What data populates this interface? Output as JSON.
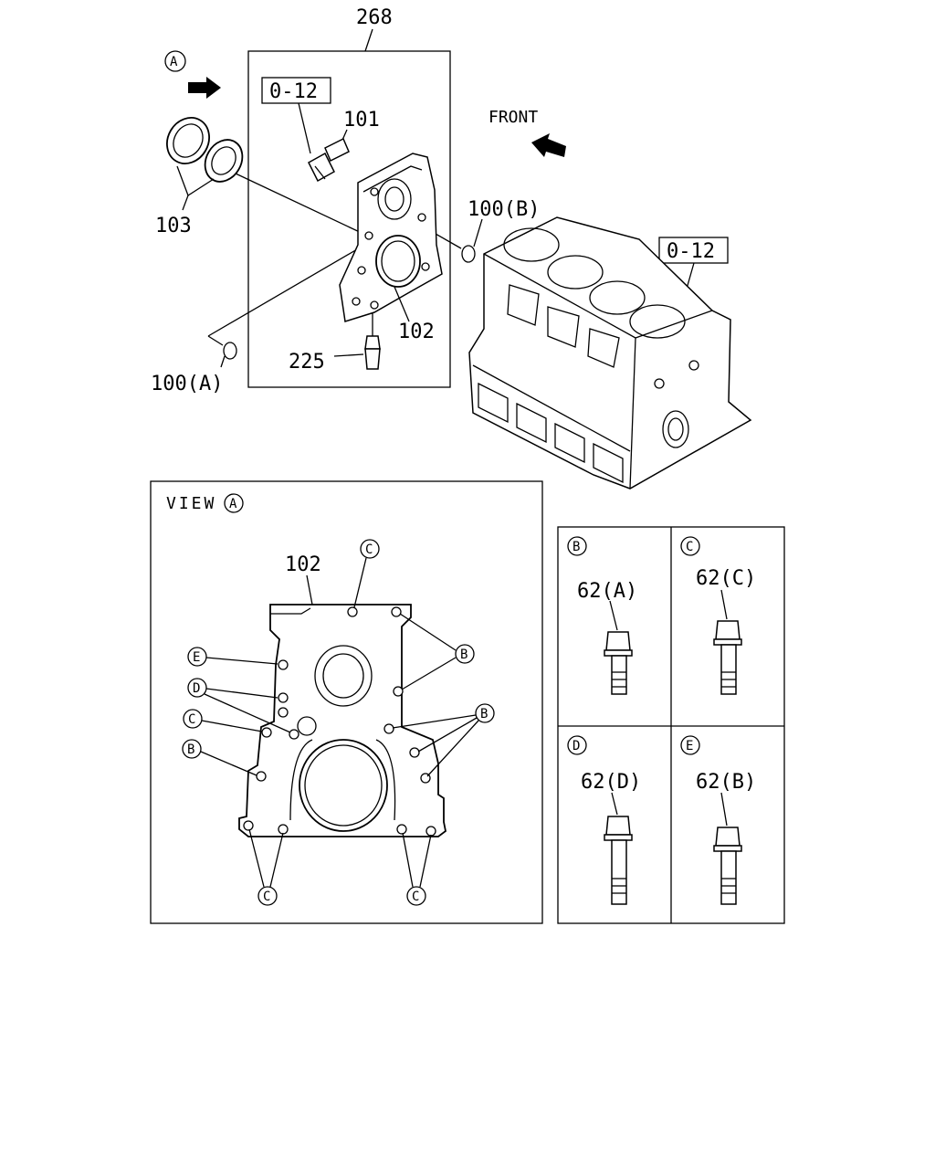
{
  "top_section": {
    "assembly_label": "268",
    "view_marker": "A",
    "ref_box_left": "0-12",
    "ref_box_right": "0-12",
    "front_label": "FRONT",
    "labels": {
      "p101": "101",
      "p102": "102",
      "p103": "103",
      "p225": "225",
      "p100a": "100(A)",
      "p100b": "100(B)"
    }
  },
  "view_a": {
    "title": "VIEW",
    "title_marker": "A",
    "part_label": "102",
    "callouts": {
      "top_c": "C",
      "e": "E",
      "d": "D",
      "c_left": "C",
      "b_left": "B",
      "b_right_upper": "B",
      "b_right_lower": "B",
      "c_bottom_left": "C",
      "c_bottom_right": "C"
    }
  },
  "bolt_table": [
    {
      "marker": "B",
      "part": "62(A)"
    },
    {
      "marker": "C",
      "part": "62(C)"
    },
    {
      "marker": "D",
      "part": "62(D)"
    },
    {
      "marker": "E",
      "part": "62(B)"
    }
  ]
}
